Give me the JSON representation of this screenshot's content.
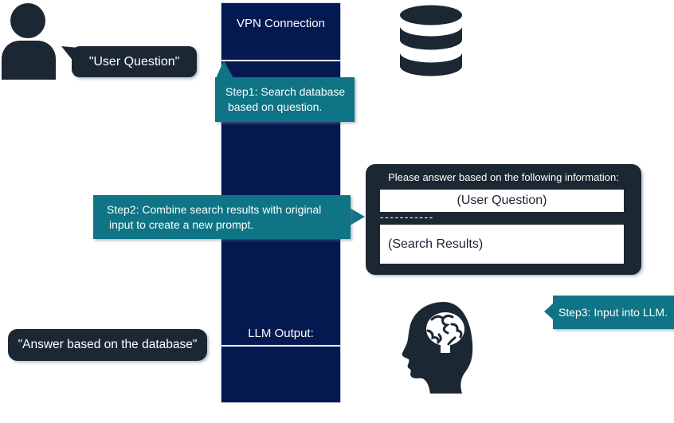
{
  "diagram": {
    "pipe": {
      "top_label": "VPN Connection",
      "bottom_label": "LLM Output:"
    },
    "user_bubble": {
      "text": "\"User Question\""
    },
    "answer_bubble": {
      "text": "\"Answer based on the database\""
    },
    "step1": {
      "line1": "Step1: Search database",
      "line2": "based on question."
    },
    "step2": {
      "line1": "Step2: Combine search results with original",
      "line2": "input to create a new prompt."
    },
    "step3": {
      "line1": "Step3: Input into LLM."
    },
    "prompt_box": {
      "header": "Please answer based on the following information:",
      "user_question": "(User Question)",
      "divider": "-----------",
      "search_results": "(Search Results)"
    },
    "icons": {
      "person": "person-icon",
      "database": "database-icon",
      "brain_head": "brain-head-icon"
    },
    "colors": {
      "navy": "#051951",
      "slate": "#1c2734",
      "teal": "#0e7486",
      "white": "#ffffff"
    }
  }
}
